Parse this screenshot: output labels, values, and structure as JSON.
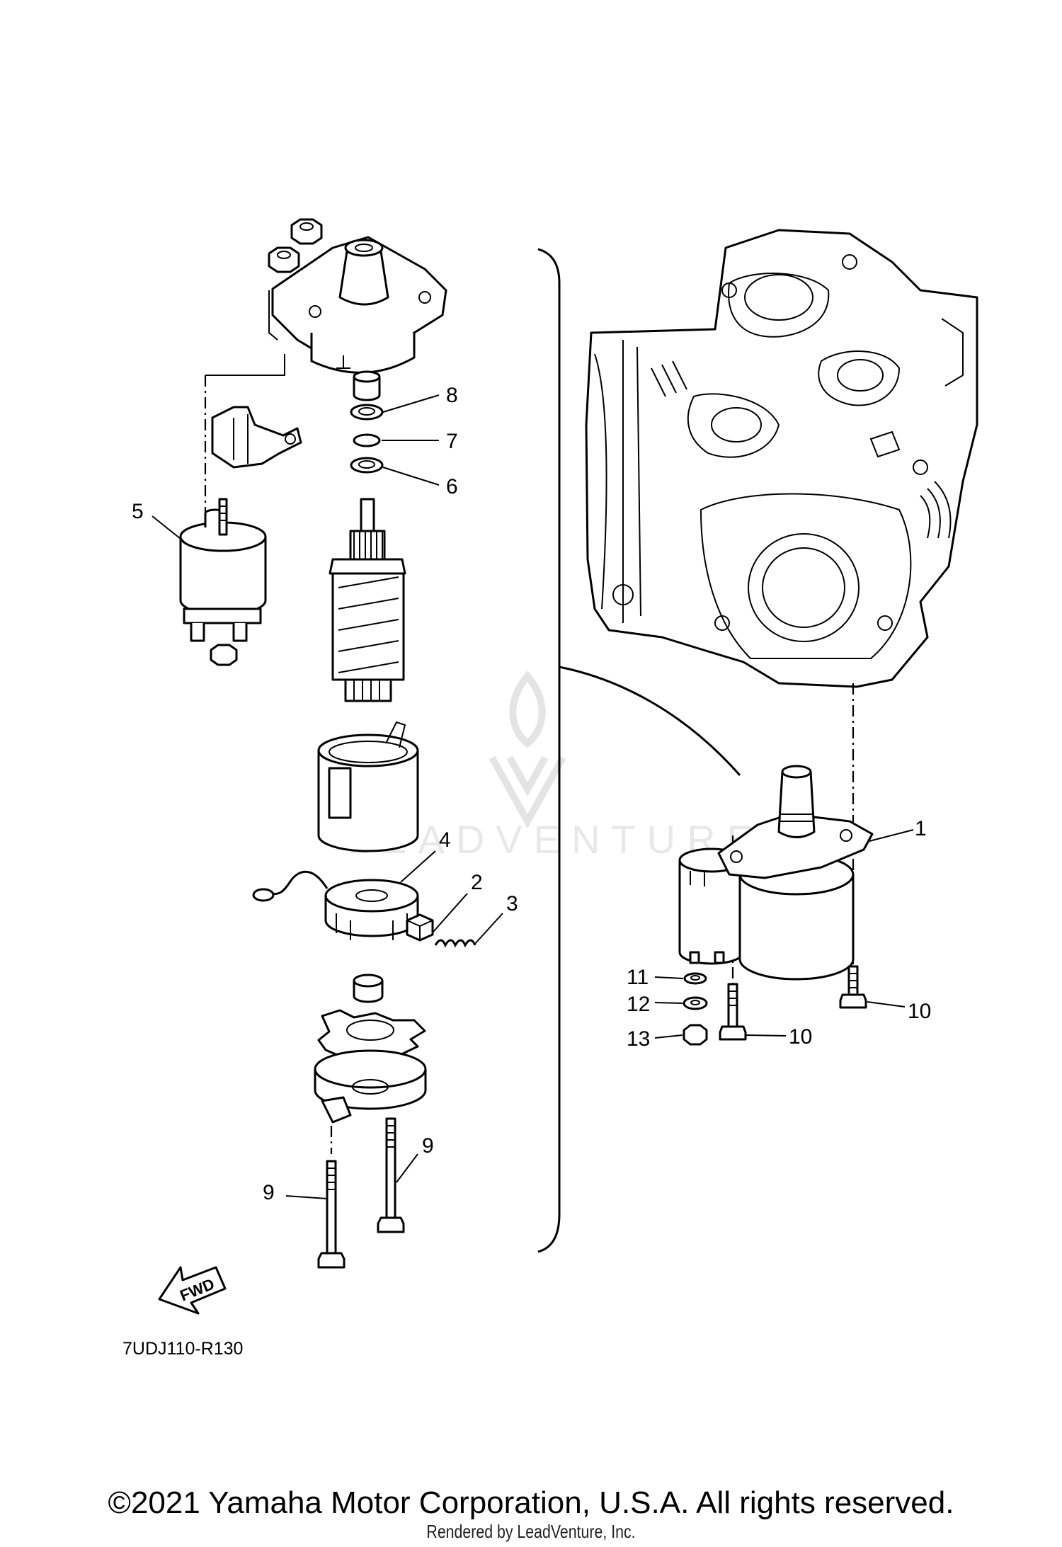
{
  "diagram": {
    "code": "7UDJ110-R130",
    "fwd_label": "FWD",
    "watermark": "LEADVENTURE",
    "callouts": [
      {
        "id": "1",
        "label": "1"
      },
      {
        "id": "2",
        "label": "2"
      },
      {
        "id": "3",
        "label": "3"
      },
      {
        "id": "4",
        "label": "4"
      },
      {
        "id": "5",
        "label": "5"
      },
      {
        "id": "6",
        "label": "6"
      },
      {
        "id": "7",
        "label": "7"
      },
      {
        "id": "8",
        "label": "8"
      },
      {
        "id": "9a",
        "label": "9"
      },
      {
        "id": "9b",
        "label": "9"
      },
      {
        "id": "10a",
        "label": "10"
      },
      {
        "id": "10b",
        "label": "10"
      },
      {
        "id": "11",
        "label": "11"
      },
      {
        "id": "12",
        "label": "12"
      },
      {
        "id": "13",
        "label": "13"
      }
    ]
  },
  "footer": {
    "copyright": "©2021 Yamaha Motor Corporation, U.S.A. All rights reserved.",
    "rendered_by": "Rendered by LeadVenture, Inc."
  }
}
